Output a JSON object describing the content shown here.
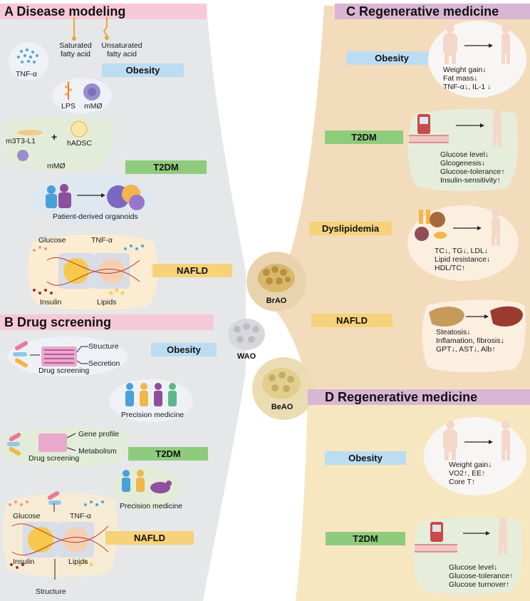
{
  "panel_a": {
    "title": "A  Disease modeling",
    "saturated": [
      "Saturated",
      "fatty acid"
    ],
    "unsaturated": [
      "Unsaturated",
      "fatty acid"
    ],
    "tnf": "TNF-α",
    "obesity": "Obesity",
    "lps": "LPS",
    "mm1": "mMØ",
    "m3t3": "m3T3-L1",
    "plus": "+",
    "hadsc": "hADSC",
    "mm2": "mMØ",
    "t2dm": "T2DM",
    "organoids": "Patient-derived organoids",
    "glucose": "Glucose",
    "tnf2": "TNF-α",
    "nafld": "NAFLD",
    "insulin": "Insulin",
    "lipids": "Lipids"
  },
  "panel_b": {
    "title": "B  Drug screening",
    "structure": "Structure",
    "secretion": "Secretion",
    "drug_screening1": "Drug screening",
    "obesity": "Obesity",
    "precision1": "Precision medicine",
    "gene_profile": "Gene profile",
    "metabolism": "Metabolism",
    "drug_screening2": "Drug screening",
    "t2dm": "T2DM",
    "precision2": "Precision medicine",
    "glucose": "Glucose",
    "tnf": "TNF-α",
    "nafld": "NAFLD",
    "insulin": "Insulin",
    "lipids": "Lipids",
    "structure2": "Structure"
  },
  "center": {
    "wao": "WAO",
    "brao": "BrAO",
    "beao": "BeAO"
  },
  "panel_c": {
    "title": "C  Regenerative medicine",
    "obesity": "Obesity",
    "obesity_effects": [
      "Weight gain↓",
      "Fat mass↓",
      "TNF-α↓, IL-1 ↓"
    ],
    "t2dm": "T2DM",
    "t2dm_effects": [
      "Glucose level↓",
      "Glcogenesis↓",
      "Glucose-tolerance↑",
      "Insulin-sensitivity↑"
    ],
    "dyslipidemia": "Dyslipidemia",
    "dys_effects": [
      "TC↓, TG↓, LDL↓",
      "Lipid resistance↓",
      "HDL/TC↑"
    ],
    "nafld": "NAFLD",
    "nafld_effects": [
      "Steatosis↓",
      "Inflamation, fibrosis↓",
      "GPT↓, AST↓, Alb↑"
    ]
  },
  "panel_d": {
    "title": "D  Regenerative medicine",
    "obesity": "Obesity",
    "obesity_effects": [
      "Weight gain↓",
      "VO2↑, EE↑",
      "Core T↑"
    ],
    "t2dm": "T2DM",
    "t2dm_effects": [
      "Glucose level↓",
      "Glucose-tolerance↑",
      "Glucose turnover↑"
    ]
  },
  "colors": {
    "left_bg": "#e6e7e8",
    "right_c_bg": "#f3dcbc",
    "right_d_bg": "#f6e7c1",
    "title_pink": "#f6c9d8",
    "title_purple": "#d9b6d3",
    "tag_blue": "#bcdcf2",
    "tag_green": "#8fcb7d",
    "tag_yellow": "#f6d27a"
  }
}
